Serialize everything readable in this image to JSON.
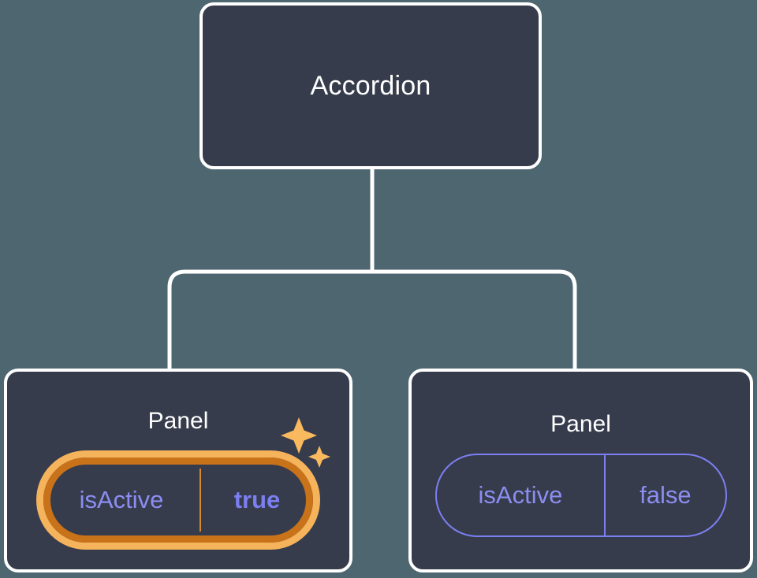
{
  "canvas": {
    "background_color": "#4d6670",
    "node_fill_color": "#363c4c",
    "node_border_color": "#ffffff",
    "edge_color": "#ffffff",
    "accent_highlight_color": "#f5b35c",
    "accent_highlight_outer_color": "#c8721a",
    "prop_text_color": "#8b8ef0",
    "prop_border_color": "#7c7ff0"
  },
  "tree": {
    "root": {
      "title": "Accordion"
    },
    "children": [
      {
        "title": "Panel",
        "highlighted": true,
        "prop": {
          "key": "isActive",
          "value": "true"
        },
        "sparkle_icon": "sparkles-icon"
      },
      {
        "title": "Panel",
        "highlighted": false,
        "prop": {
          "key": "isActive",
          "value": "false"
        }
      }
    ]
  }
}
